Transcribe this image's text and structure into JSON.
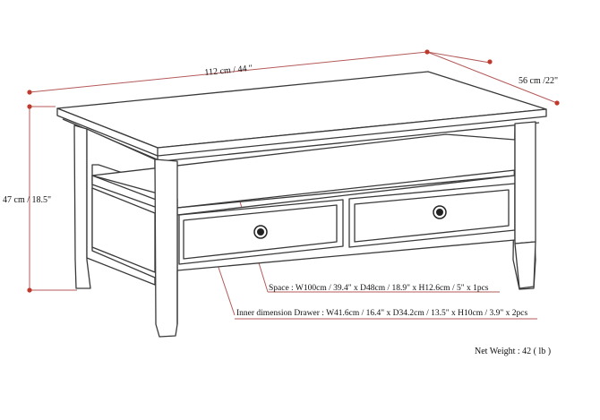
{
  "dimensions": {
    "width_label": "112 cm / 44 \"",
    "depth_label": "56 cm /22\"",
    "height_label": "47 cm / 18.5\""
  },
  "notes": {
    "space_label": "Space : W100cm / 39.4\" x D48cm / 18.9\" x H12.6cm / 5\" x 1pcs",
    "drawer_label": "Inner dimension Drawer : W41.6cm / 16.4\" x D34.2cm / 13.5\" x H10cm / 3.9\" x 2pcs"
  },
  "net_weight_label": "Net Weight :  42 ( lb )",
  "colors": {
    "outline": "#3a3a3a",
    "dimension": "#b55a5a",
    "dimension_dot": "#c0392b",
    "knob_fill": "#222222"
  }
}
